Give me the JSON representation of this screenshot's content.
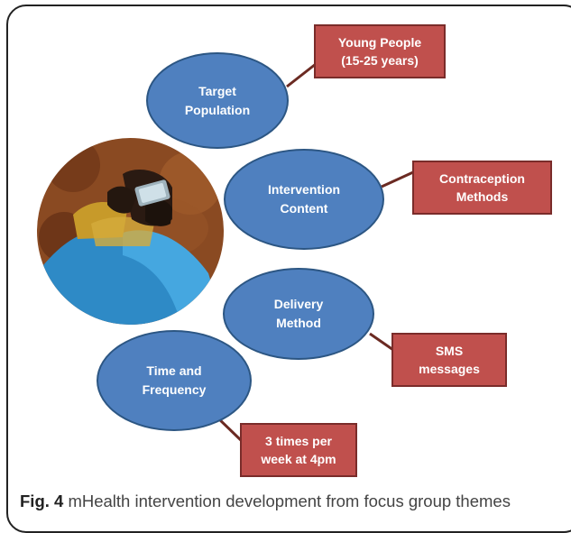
{
  "figure": {
    "caption_label": "Fig. 4",
    "caption_text": "mHealth intervention development from focus group themes"
  },
  "themes": [
    {
      "label": "Target\nPopulation",
      "detail": "Young People\n(15-25 years)"
    },
    {
      "label": "Intervention\nContent",
      "detail": "Contraception\nMethods"
    },
    {
      "label": "Delivery\nMethod",
      "detail": "SMS\nmessages"
    },
    {
      "label": "Time and\nFrequency",
      "detail": "3 times per\nweek at 4pm"
    }
  ],
  "colors": {
    "ellipse_fill": "#4f80bf",
    "ellipse_border": "#2c5683",
    "box_fill": "#c0504d",
    "box_border": "#7a2c2a",
    "connector": "#6b2a22"
  },
  "photo": {
    "description_icon": "person-holding-phone-image"
  }
}
